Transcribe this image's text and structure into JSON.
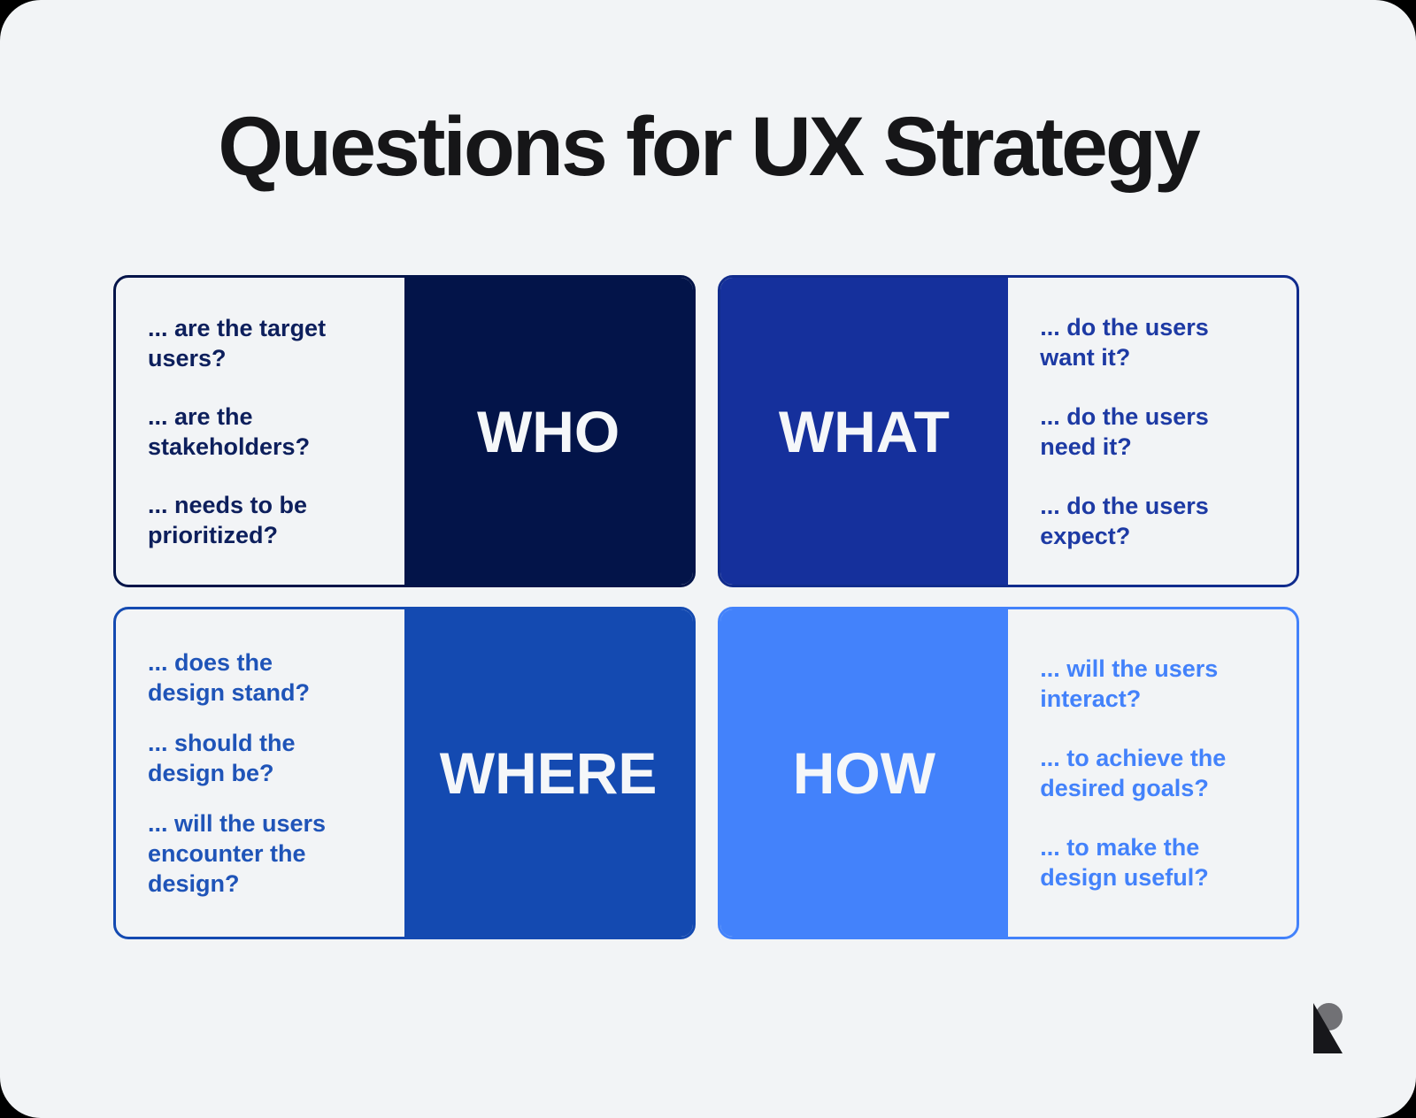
{
  "page": {
    "title": "Questions for UX Strategy",
    "background_color": "#000000",
    "canvas_color": "#f2f4f6",
    "title_color": "#161618"
  },
  "cards": [
    {
      "id": "who",
      "word": "WHO",
      "block_side": "right",
      "block_color": "#031449",
      "text_color": "#0d1f5c",
      "questions": [
        "... are the target\nusers?",
        "... are the\nstakeholders?",
        "... needs to be\nprioritized?"
      ]
    },
    {
      "id": "what",
      "word": "WHAT",
      "block_side": "left",
      "block_color": "#15309c",
      "text_color": "#1d3aa4",
      "questions": [
        "... do the users\nwant it?",
        "... do the users\nneed it?",
        "... do the users\nexpect?"
      ]
    },
    {
      "id": "where",
      "word": "WHERE",
      "block_side": "right",
      "block_color": "#144ab1",
      "text_color": "#1f54b8",
      "questions": [
        "... does the\ndesign stand?",
        "... should the\ndesign be?",
        "... will the users\nencounter the\ndesign?"
      ]
    },
    {
      "id": "how",
      "word": "HOW",
      "block_side": "left",
      "block_color": "#4382fb",
      "text_color": "#4382fb",
      "questions": [
        "... will the users\ninteract?",
        "... to achieve the\ndesired goals?",
        "... to make the\ndesign useful?"
      ]
    }
  ],
  "logo": {
    "name": "r-mark-logo",
    "black": "#17171b",
    "gray": "#717175"
  }
}
